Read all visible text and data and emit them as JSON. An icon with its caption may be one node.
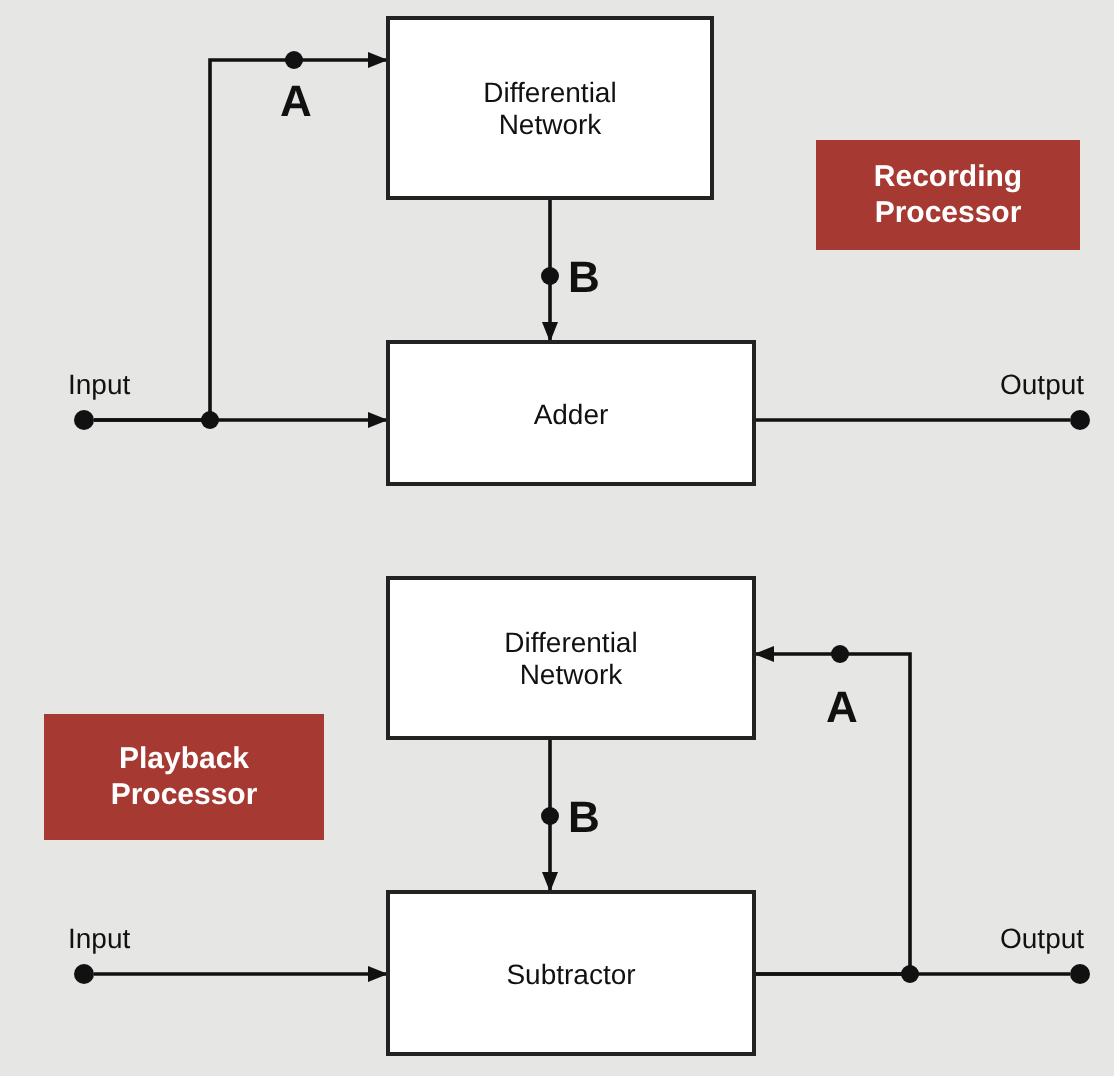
{
  "diagram": {
    "nodes": [
      {
        "text": [
          "Differential Network"
        ]
      },
      {
        "text": [
          "Adder"
        ]
      },
      {
        "text": [
          "Recording Processor"
        ]
      },
      {
        "text": [
          "Differential Network"
        ]
      },
      {
        "text": [
          "Subtractor"
        ]
      },
      {
        "text": [
          "Playback Processor"
        ]
      },
      {
        "text": [
          "Input"
        ]
      },
      {
        "text": [
          "Output"
        ]
      },
      {
        "text": [
          "Input"
        ]
      },
      {
        "text": [
          "Output"
        ]
      }
    ],
    "edges": [
      {
        "from": 6,
        "to": 1,
        "arrow": "to"
      },
      {
        "from": 6,
        "to": 0,
        "arrow": "to",
        "label": "A"
      },
      {
        "from": 0,
        "to": 1,
        "arrow": "to",
        "label": "B"
      },
      {
        "from": 1,
        "to": 7,
        "arrow": "none"
      },
      {
        "from": 3,
        "to": 4,
        "arrow": "to",
        "label": "B"
      },
      {
        "from": 8,
        "to": 4,
        "arrow": "to"
      },
      {
        "from": 4,
        "to": 9,
        "arrow": "none"
      },
      {
        "from": 4,
        "to": 3,
        "arrow": "to",
        "label": "A"
      }
    ]
  }
}
